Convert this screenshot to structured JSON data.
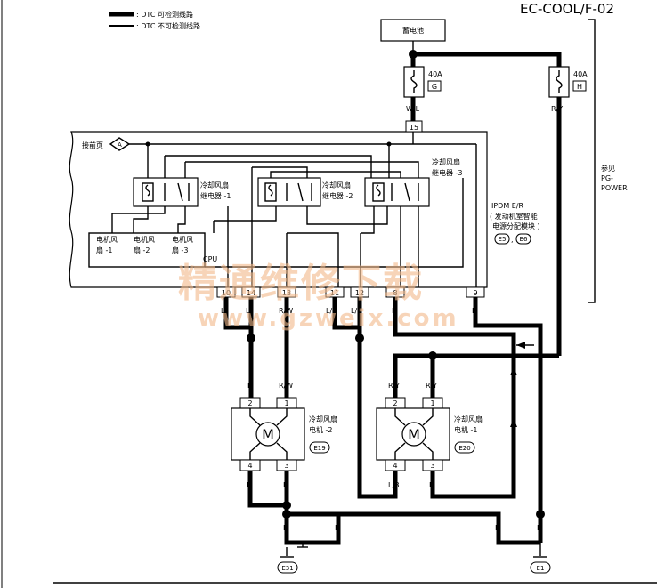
{
  "title": "EC-COOL/F-02",
  "legend": {
    "thick": ": DTC 可检测线路",
    "thin": ": DTC 不可检测线路"
  },
  "battery": "蓄电池",
  "fuses": {
    "g": {
      "rating": "40A",
      "id": "G"
    },
    "h": {
      "rating": "40A",
      "id": "H"
    }
  },
  "wires": {
    "w_l": "W/L",
    "r_y": "R/Y",
    "l": "L",
    "r_w": "R/W",
    "l_b": "L/B",
    "r": "R",
    "b": "B"
  },
  "ipdm": {
    "from_prev_page": "接前页",
    "connector_a": "A",
    "relay1": [
      "冷却风扇",
      "继电器 -1"
    ],
    "relay2": [
      "冷却风扇",
      "继电器 -2"
    ],
    "relay3": [
      "冷却风扇",
      "继电器 -3"
    ],
    "name": "IPDM E/R",
    "desc1": "( 发动机室智能",
    "desc2": "电源分配模块 )",
    "conn_e5": "E5",
    "conn_e6": "E6",
    "fan_labels": [
      "电机风",
      "扇 -1",
      "电机风",
      "扇 -2",
      "电机风",
      "扇 -3"
    ],
    "cpu": "CPU",
    "pin_top": "15",
    "pins_bottom": [
      "10",
      "14",
      "13",
      "11",
      "12",
      "8",
      "9"
    ]
  },
  "ref": {
    "line1": "参见",
    "line2": "PG-",
    "line3": "POWER"
  },
  "motor2": {
    "line1": "冷却风扇",
    "line2": "电机 -2",
    "connector": "E19",
    "symbol": "M",
    "pins": [
      "2",
      "1",
      "4",
      "3"
    ]
  },
  "motor1": {
    "line1": "冷却风扇",
    "line2": "电机 -1",
    "connector": "E20",
    "symbol": "M",
    "pins": [
      "2",
      "1",
      "4",
      "3"
    ]
  },
  "grounds": {
    "e31": "E31",
    "e1": "E1"
  },
  "watermark": {
    "cn": "精通维修下载",
    "url": "www.gzweix.com"
  }
}
